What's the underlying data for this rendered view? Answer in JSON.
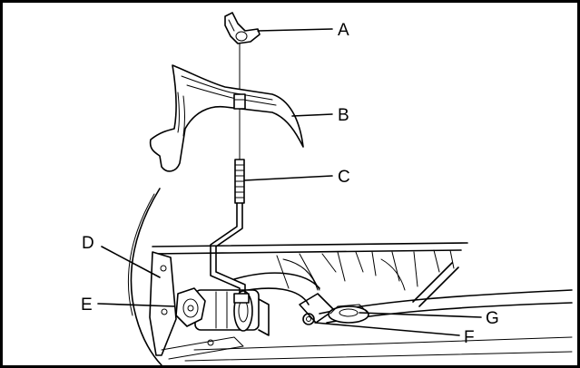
{
  "diagram": {
    "labels": {
      "a": "A",
      "b": "B",
      "c": "C",
      "d": "D",
      "e": "E",
      "f": "F",
      "g": "G"
    }
  },
  "colors": {
    "line": "#000000",
    "background": "#ffffff"
  }
}
